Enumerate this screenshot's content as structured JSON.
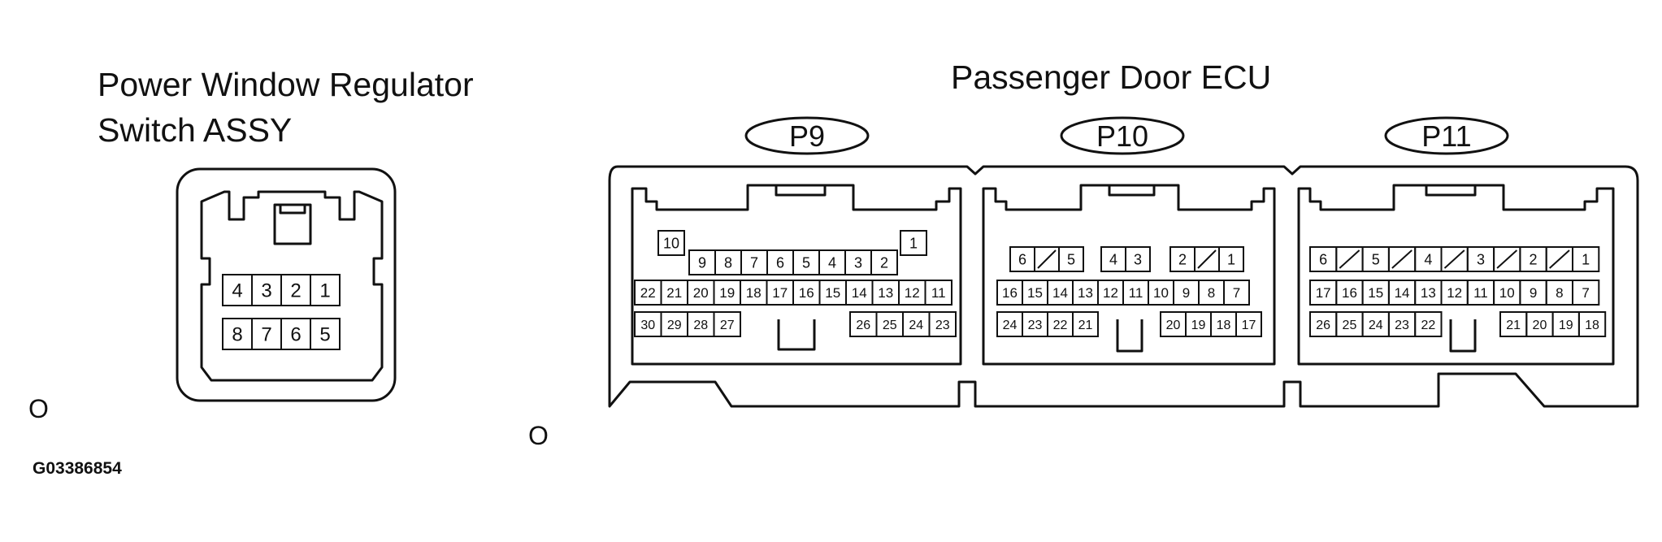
{
  "switch_title_line1": "Power Window Regulator",
  "switch_title_line2": "Switch ASSY",
  "ecu_title": "Passenger Door ECU",
  "marker_left": "O",
  "marker_right": "O",
  "figure_code": "G03386854",
  "switch": {
    "row1": [
      "4",
      "3",
      "2",
      "1"
    ],
    "row2": [
      "8",
      "7",
      "6",
      "5"
    ]
  },
  "p9": {
    "label": "P9",
    "pin_top_left": "10",
    "pin_top_right": "1",
    "row1": [
      "9",
      "8",
      "7",
      "6",
      "5",
      "4",
      "3",
      "2"
    ],
    "row2": [
      "22",
      "21",
      "20",
      "19",
      "18",
      "17",
      "16",
      "15",
      "14",
      "13",
      "12",
      "11"
    ],
    "row3_left": [
      "30",
      "29",
      "28",
      "27"
    ],
    "row3_right": [
      "26",
      "25",
      "24",
      "23"
    ]
  },
  "p10": {
    "label": "P10",
    "row1_a": [
      "6",
      "",
      "5"
    ],
    "row1_b": [
      "4",
      "3"
    ],
    "row1_c": [
      "2",
      "",
      "1"
    ],
    "row2": [
      "16",
      "15",
      "14",
      "13",
      "12",
      "11",
      "10",
      "9",
      "8",
      "7"
    ],
    "row3_left": [
      "24",
      "23",
      "22",
      "21"
    ],
    "row3_right": [
      "20",
      "19",
      "18",
      "17"
    ]
  },
  "p11": {
    "label": "P11",
    "row1": [
      "6",
      "",
      "5",
      "",
      "4",
      "",
      "3",
      "",
      "2",
      "",
      "1"
    ],
    "row2": [
      "17",
      "16",
      "15",
      "14",
      "13",
      "12",
      "11",
      "10",
      "9",
      "8",
      "7"
    ],
    "row3_left": [
      "26",
      "25",
      "24",
      "23",
      "22"
    ],
    "row3_right": [
      "21",
      "20",
      "19",
      "18"
    ]
  }
}
